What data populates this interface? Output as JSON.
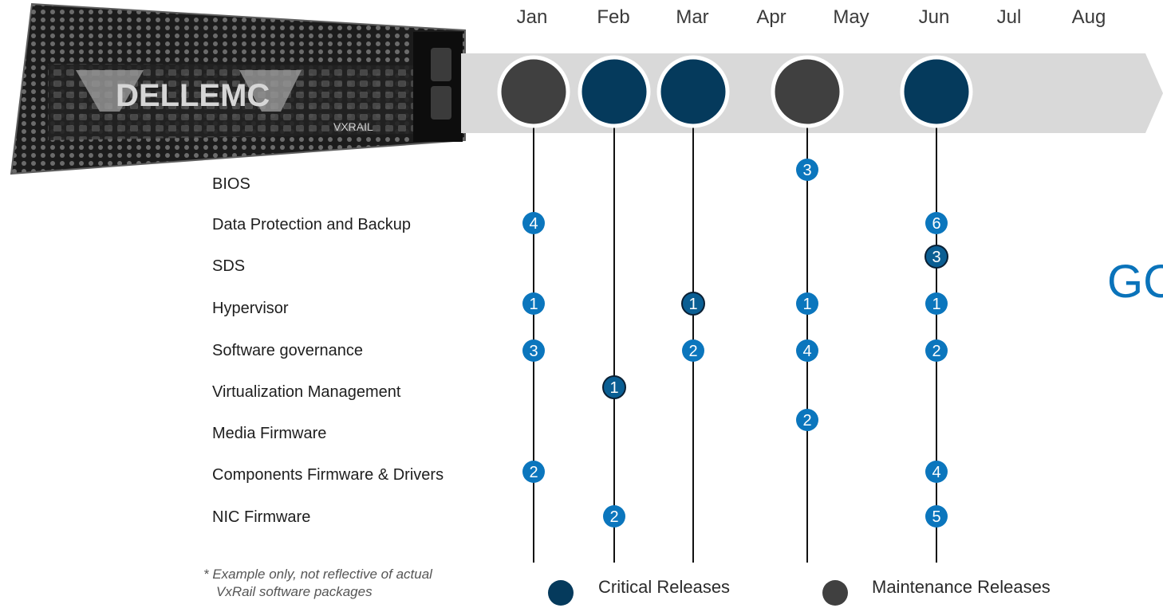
{
  "months": [
    "Jan",
    "Feb",
    "Mar",
    "Apr",
    "May",
    "Jun",
    "Jul",
    "Aug"
  ],
  "device": {
    "brand": "DELLEMC",
    "model": "VXRAIL"
  },
  "releases": [
    {
      "month": "Jan",
      "kind": "maintenance"
    },
    {
      "month": "Feb",
      "kind": "critical"
    },
    {
      "month": "Mar",
      "kind": "critical"
    },
    {
      "month": "May",
      "kind": "maintenance"
    },
    {
      "month": "Jun",
      "kind": "critical"
    }
  ],
  "categories": [
    "BIOS",
    "Data Protection and Backup",
    "SDS",
    "Hypervisor",
    "Software governance",
    "Virtualization Management",
    "Media Firmware",
    "Components Firmware & Drivers",
    "NIC Firmware"
  ],
  "badges": [
    {
      "release": "May",
      "category": "BIOS",
      "value": "3",
      "style": "blue"
    },
    {
      "release": "Jan",
      "category": "Data Protection and Backup",
      "value": "4",
      "style": "blue"
    },
    {
      "release": "Jun",
      "category": "Data Protection and Backup",
      "value": "6",
      "style": "blue"
    },
    {
      "release": "Jun",
      "category": "SDS",
      "value": "3",
      "style": "outlined"
    },
    {
      "release": "Jan",
      "category": "Hypervisor",
      "value": "1",
      "style": "blue"
    },
    {
      "release": "Mar",
      "category": "Hypervisor",
      "value": "1",
      "style": "outlined"
    },
    {
      "release": "May",
      "category": "Hypervisor",
      "value": "1",
      "style": "blue"
    },
    {
      "release": "Jun",
      "category": "Hypervisor",
      "value": "1",
      "style": "blue"
    },
    {
      "release": "Jan",
      "category": "Software governance",
      "value": "3",
      "style": "blue"
    },
    {
      "release": "Mar",
      "category": "Software governance",
      "value": "2",
      "style": "blue"
    },
    {
      "release": "May",
      "category": "Software governance",
      "value": "4",
      "style": "blue"
    },
    {
      "release": "Jun",
      "category": "Software governance",
      "value": "2",
      "style": "blue"
    },
    {
      "release": "Feb",
      "category": "Virtualization Management",
      "value": "1",
      "style": "outlined"
    },
    {
      "release": "May",
      "category": "Media Firmware",
      "value": "2",
      "style": "blue"
    },
    {
      "release": "Jan",
      "category": "Components Firmware & Drivers",
      "value": "2",
      "style": "blue"
    },
    {
      "release": "Jun",
      "category": "Components Firmware & Drivers",
      "value": "4",
      "style": "blue"
    },
    {
      "release": "Feb",
      "category": "NIC Firmware",
      "value": "2",
      "style": "blue"
    },
    {
      "release": "Jun",
      "category": "NIC Firmware",
      "value": "5",
      "style": "blue"
    }
  ],
  "legend": {
    "critical": "Critical Releases",
    "maintenance": "Maintenance Releases"
  },
  "footnote": {
    "line1": "* Example only, not reflective of actual",
    "line2": "VxRail software packages"
  },
  "side_text": "GC",
  "colors": {
    "critical": "#053a5c",
    "maintenance": "#404040",
    "badge_blue": "#0b76bd",
    "badge_outlined": "#0a5e93",
    "side_text": "#0a73ba",
    "arrow": "#d9d9d9"
  }
}
